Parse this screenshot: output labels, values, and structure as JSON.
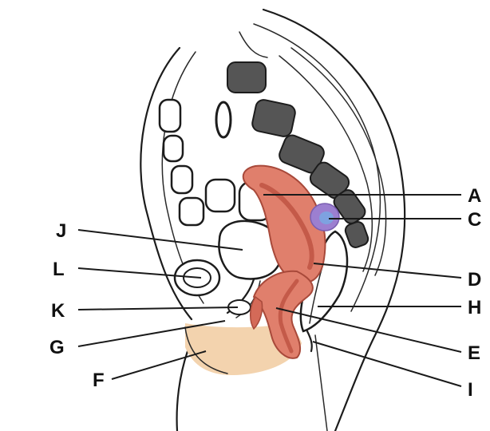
{
  "labels": {
    "A": "A",
    "C": "C",
    "D": "D",
    "H": "H",
    "E": "E",
    "I": "I",
    "J": "J",
    "L": "L",
    "K": "K",
    "G": "G",
    "F": "F"
  },
  "colors": {
    "uterus": "#e07f6c",
    "uterus_shade": "#c45a49",
    "ovary": "#9c7fd0",
    "ovary_inner": "#7ea2e0",
    "skin": "#f3d3ae",
    "spongy_bone": "#4a4a4a"
  }
}
